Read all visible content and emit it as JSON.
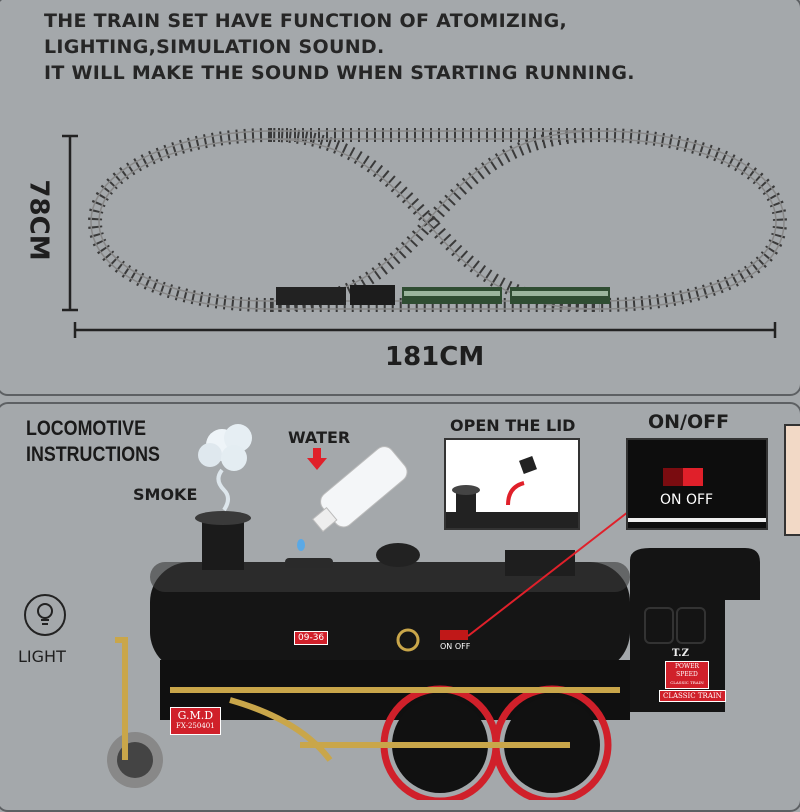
{
  "headline": {
    "lines": [
      "THE TRAIN SET HAVE FUNCTION OF ATOMIZING,",
      "LIGHTING,SIMULATION SOUND.",
      "IT WILL MAKE THE SOUND WHEN STARTING RUNNING."
    ]
  },
  "dimensions": {
    "height": "78CM",
    "width": "181CM"
  },
  "instructions": {
    "title_line1": "LOCOMOTIVE",
    "title_line2": "INSTRUCTIONS",
    "smoke": "SMOKE",
    "water": "WATER",
    "light": "LIGHT",
    "open_lid": "OPEN THE LID",
    "on_off_title": "ON/OFF",
    "switch_label": "ON OFF"
  },
  "locomotive": {
    "number_plate": "09-36",
    "switch_label": "ON OFF",
    "side_badge_line1": "G.M.D",
    "side_badge_line2": "FX-250401",
    "cab_letters": "T.Z",
    "cab_badge": [
      "POWER",
      "SPEED",
      "CLASSIC TRAIN"
    ],
    "cab_plate": "CLASSIC TRAIN"
  },
  "colors": {
    "background": "#a4a8ab",
    "accent_red": "#e0202a",
    "brass": "#c9a64a",
    "body": "#111111"
  }
}
